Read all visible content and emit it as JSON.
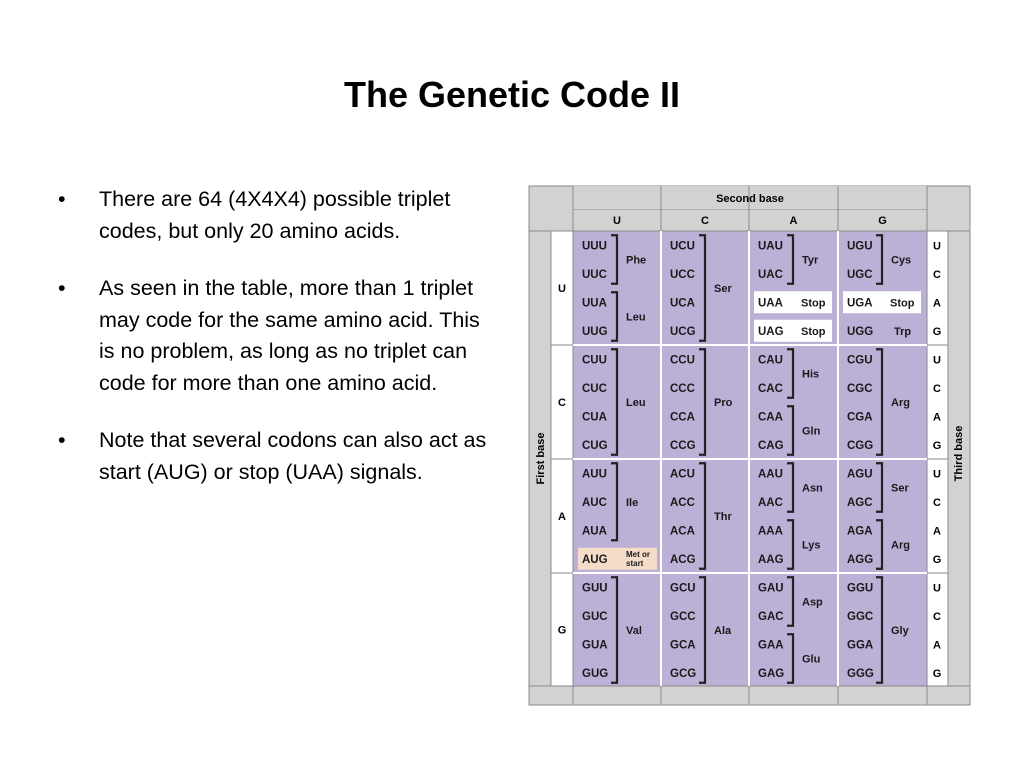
{
  "slide": {
    "title": "The Genetic Code II",
    "bullets": [
      "There are 64  (4X4X4) possible triplet codes, but only 20 amino acids.",
      "As seen in the table, more than 1 triplet may code for the same amino acid.  This is no problem, as long as no triplet can code for more than one amino acid.",
      "Note that several codons can also act as start (AUG) or stop (UAA) signals."
    ]
  },
  "table": {
    "second_base_label": "Second base",
    "first_base_label": "First base",
    "third_base_label": "Third base",
    "bases": [
      "U",
      "C",
      "A",
      "G"
    ],
    "colors": {
      "cell": "#bcb0d6",
      "header": "#d2d2d2",
      "highlight_stop": "#ffffff",
      "highlight_start": "#f4dcc9",
      "grid": "#8a8a8a",
      "white_rule": "#ffffff"
    },
    "blocks": [
      [
        {
          "codons": [
            "UUU",
            "UUC",
            "UUA",
            "UUG"
          ],
          "groups": [
            {
              "rows": [
                0,
                1
              ],
              "label": "Phe"
            },
            {
              "rows": [
                2,
                3
              ],
              "label": "Leu"
            }
          ]
        },
        {
          "codons": [
            "UCU",
            "UCC",
            "UCA",
            "UCG"
          ],
          "groups": [
            {
              "rows": [
                0,
                3
              ],
              "label": "Ser"
            }
          ]
        },
        {
          "codons": [
            "UAU",
            "UAC",
            "UAA",
            "UAG"
          ],
          "groups": [
            {
              "rows": [
                0,
                1
              ],
              "label": "Tyr"
            },
            {
              "rows": [
                2,
                2
              ],
              "label": "Stop",
              "box": "stop"
            },
            {
              "rows": [
                3,
                3
              ],
              "label": "Stop",
              "box": "stop"
            }
          ]
        },
        {
          "codons": [
            "UGU",
            "UGC",
            "UGA",
            "UGG"
          ],
          "groups": [
            {
              "rows": [
                0,
                1
              ],
              "label": "Cys"
            },
            {
              "rows": [
                2,
                2
              ],
              "label": "Stop",
              "box": "stop"
            },
            {
              "rows": [
                3,
                3
              ],
              "label": "Trp"
            }
          ]
        }
      ],
      [
        {
          "codons": [
            "CUU",
            "CUC",
            "CUA",
            "CUG"
          ],
          "groups": [
            {
              "rows": [
                0,
                3
              ],
              "label": "Leu"
            }
          ]
        },
        {
          "codons": [
            "CCU",
            "CCC",
            "CCA",
            "CCG"
          ],
          "groups": [
            {
              "rows": [
                0,
                3
              ],
              "label": "Pro"
            }
          ]
        },
        {
          "codons": [
            "CAU",
            "CAC",
            "CAA",
            "CAG"
          ],
          "groups": [
            {
              "rows": [
                0,
                1
              ],
              "label": "His"
            },
            {
              "rows": [
                2,
                3
              ],
              "label": "Gln"
            }
          ]
        },
        {
          "codons": [
            "CGU",
            "CGC",
            "CGA",
            "CGG"
          ],
          "groups": [
            {
              "rows": [
                0,
                3
              ],
              "label": "Arg"
            }
          ]
        }
      ],
      [
        {
          "codons": [
            "AUU",
            "AUC",
            "AUA",
            "AUG"
          ],
          "groups": [
            {
              "rows": [
                0,
                2
              ],
              "label": "Ile"
            },
            {
              "rows": [
                3,
                3
              ],
              "label": "Met or start",
              "box": "start"
            }
          ]
        },
        {
          "codons": [
            "ACU",
            "ACC",
            "ACA",
            "ACG"
          ],
          "groups": [
            {
              "rows": [
                0,
                3
              ],
              "label": "Thr"
            }
          ]
        },
        {
          "codons": [
            "AAU",
            "AAC",
            "AAA",
            "AAG"
          ],
          "groups": [
            {
              "rows": [
                0,
                1
              ],
              "label": "Asn"
            },
            {
              "rows": [
                2,
                3
              ],
              "label": "Lys"
            }
          ]
        },
        {
          "codons": [
            "AGU",
            "AGC",
            "AGA",
            "AGG"
          ],
          "groups": [
            {
              "rows": [
                0,
                1
              ],
              "label": "Ser"
            },
            {
              "rows": [
                2,
                3
              ],
              "label": "Arg"
            }
          ]
        }
      ],
      [
        {
          "codons": [
            "GUU",
            "GUC",
            "GUA",
            "GUG"
          ],
          "groups": [
            {
              "rows": [
                0,
                3
              ],
              "label": "Val"
            }
          ]
        },
        {
          "codons": [
            "GCU",
            "GCC",
            "GCA",
            "GCG"
          ],
          "groups": [
            {
              "rows": [
                0,
                3
              ],
              "label": "Ala"
            }
          ]
        },
        {
          "codons": [
            "GAU",
            "GAC",
            "GAA",
            "GAG"
          ],
          "groups": [
            {
              "rows": [
                0,
                1
              ],
              "label": "Asp"
            },
            {
              "rows": [
                2,
                3
              ],
              "label": "Glu"
            }
          ]
        },
        {
          "codons": [
            "GGU",
            "GGC",
            "GGA",
            "GGG"
          ],
          "groups": [
            {
              "rows": [
                0,
                3
              ],
              "label": "Gly"
            }
          ]
        }
      ]
    ]
  }
}
